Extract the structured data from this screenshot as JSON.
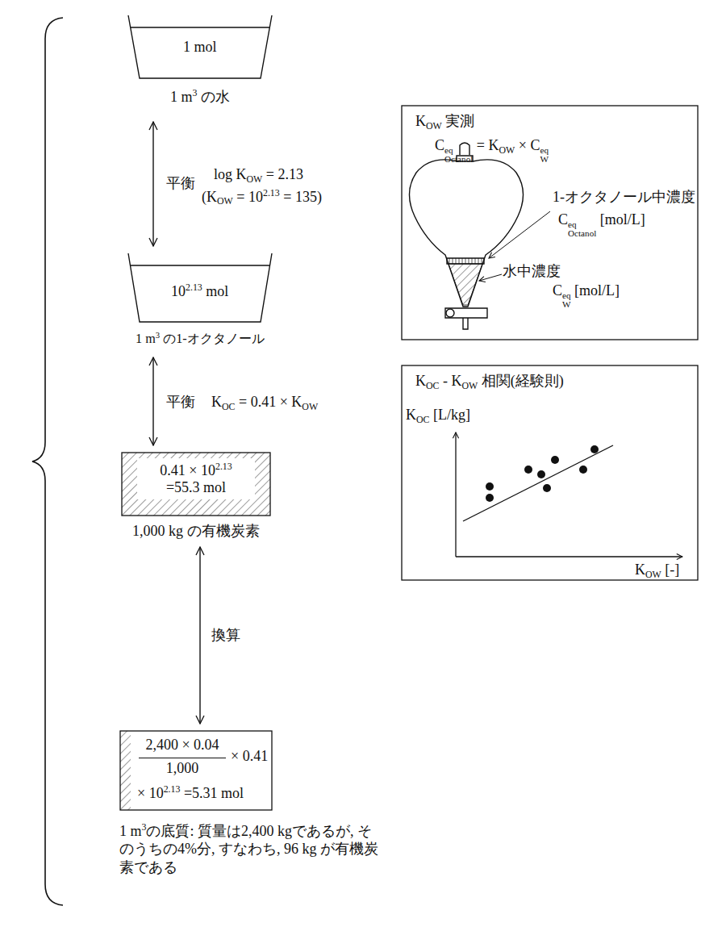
{
  "diagram": {
    "nodes": [
      {
        "text": [
          "1 mol",
          "1 m3 の水"
        ]
      },
      {
        "text": [
          "102.13 mol",
          "1 m3 の1-オクタノール"
        ]
      },
      {
        "text": [
          "0.41 × 102.13 =55.3 mol",
          "1,000 kg の有機炭素"
        ]
      },
      {
        "text": [
          "2,400 × 0.04",
          "1,000",
          "× 0.41",
          "× 102.13 =5.31 mol"
        ]
      },
      {
        "text": [
          "KOW 実測",
          "CeqOctanol = KOW × CeqW",
          "1-オクタノール中濃度",
          "CeqOctanol [mol/L]",
          "水中濃度",
          "CeqW [mol/L]"
        ]
      },
      {
        "text": [
          "KOC - KOW 相関(経験則)",
          "KOC [L/kg]",
          "KOW [-]"
        ]
      }
    ],
    "edges": [
      {
        "from": 0,
        "to": 1,
        "arrow": "both",
        "label": "平衡"
      },
      {
        "from": 1,
        "to": 2,
        "arrow": "both",
        "label": "平衡"
      },
      {
        "from": 2,
        "to": 3,
        "arrow": "both",
        "label": "換算"
      }
    ],
    "labels": [
      "log KOW = 2.13",
      "(KOW = 102.13 = 135)",
      "KOC = 0.41 × KOW",
      "1 m3の底質: 質量は2,400 kgであるが, そのうちの4%分, すなわち, 96 kg が有機炭素である"
    ]
  }
}
